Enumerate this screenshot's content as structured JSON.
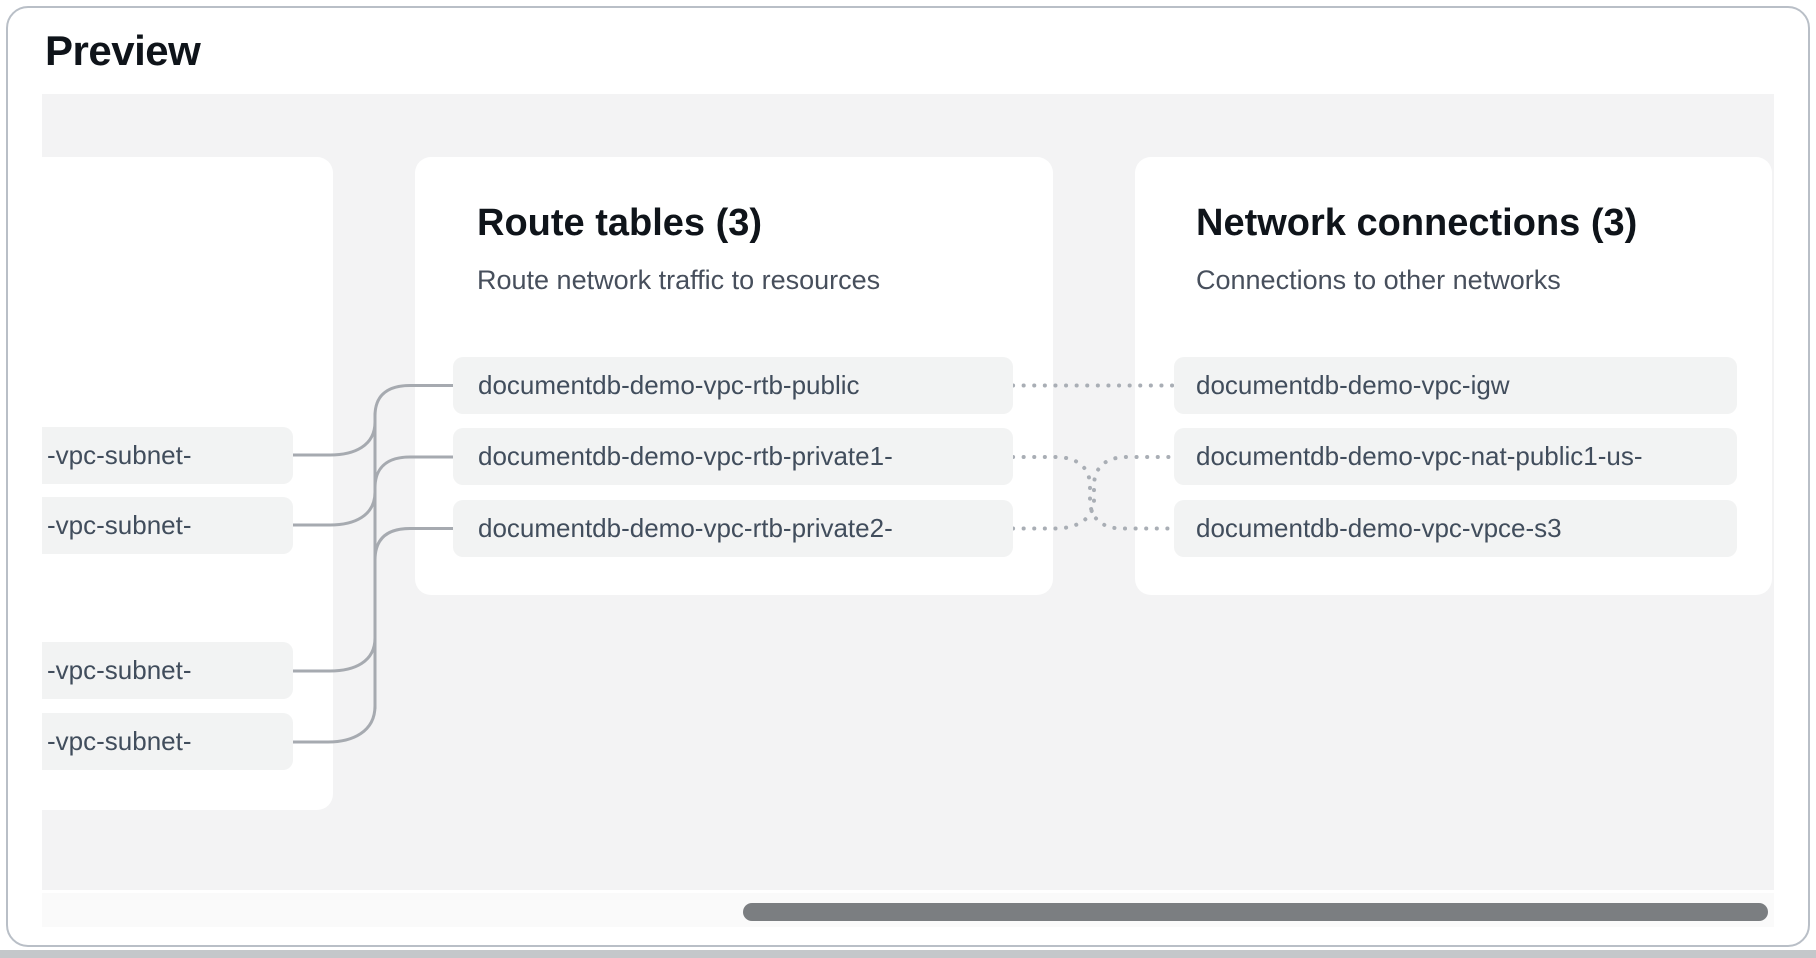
{
  "page": {
    "title": "Preview"
  },
  "colors": {
    "panel_bg": "#f3f3f4",
    "card_bg": "#ffffff",
    "resource_chip_bg": "#f2f3f3",
    "chip_text": "#414d5c",
    "heading_text": "#0f141a",
    "subtitle_text": "#474f5c",
    "solid_connector": "#a6aab0",
    "dotted_connector": "#a9aeb5",
    "scrollbar_thumb": "#7b7e81",
    "widget_border": "#b9bfc7"
  },
  "subnets": {
    "items": [
      "-vpc-subnet-",
      "-vpc-subnet-",
      "-vpc-subnet-",
      "-vpc-subnet-"
    ]
  },
  "route_tables": {
    "title": "Route tables (3)",
    "subtitle": "Route network traffic to resources",
    "items": [
      "documentdb-demo-vpc-rtb-public",
      "documentdb-demo-vpc-rtb-private1-",
      "documentdb-demo-vpc-rtb-private2-"
    ]
  },
  "network_connections": {
    "title": "Network connections (3)",
    "subtitle": "Connections to other networks",
    "items": [
      "documentdb-demo-vpc-igw",
      "documentdb-demo-vpc-nat-public1-us-",
      "documentdb-demo-vpc-vpce-s3"
    ]
  }
}
